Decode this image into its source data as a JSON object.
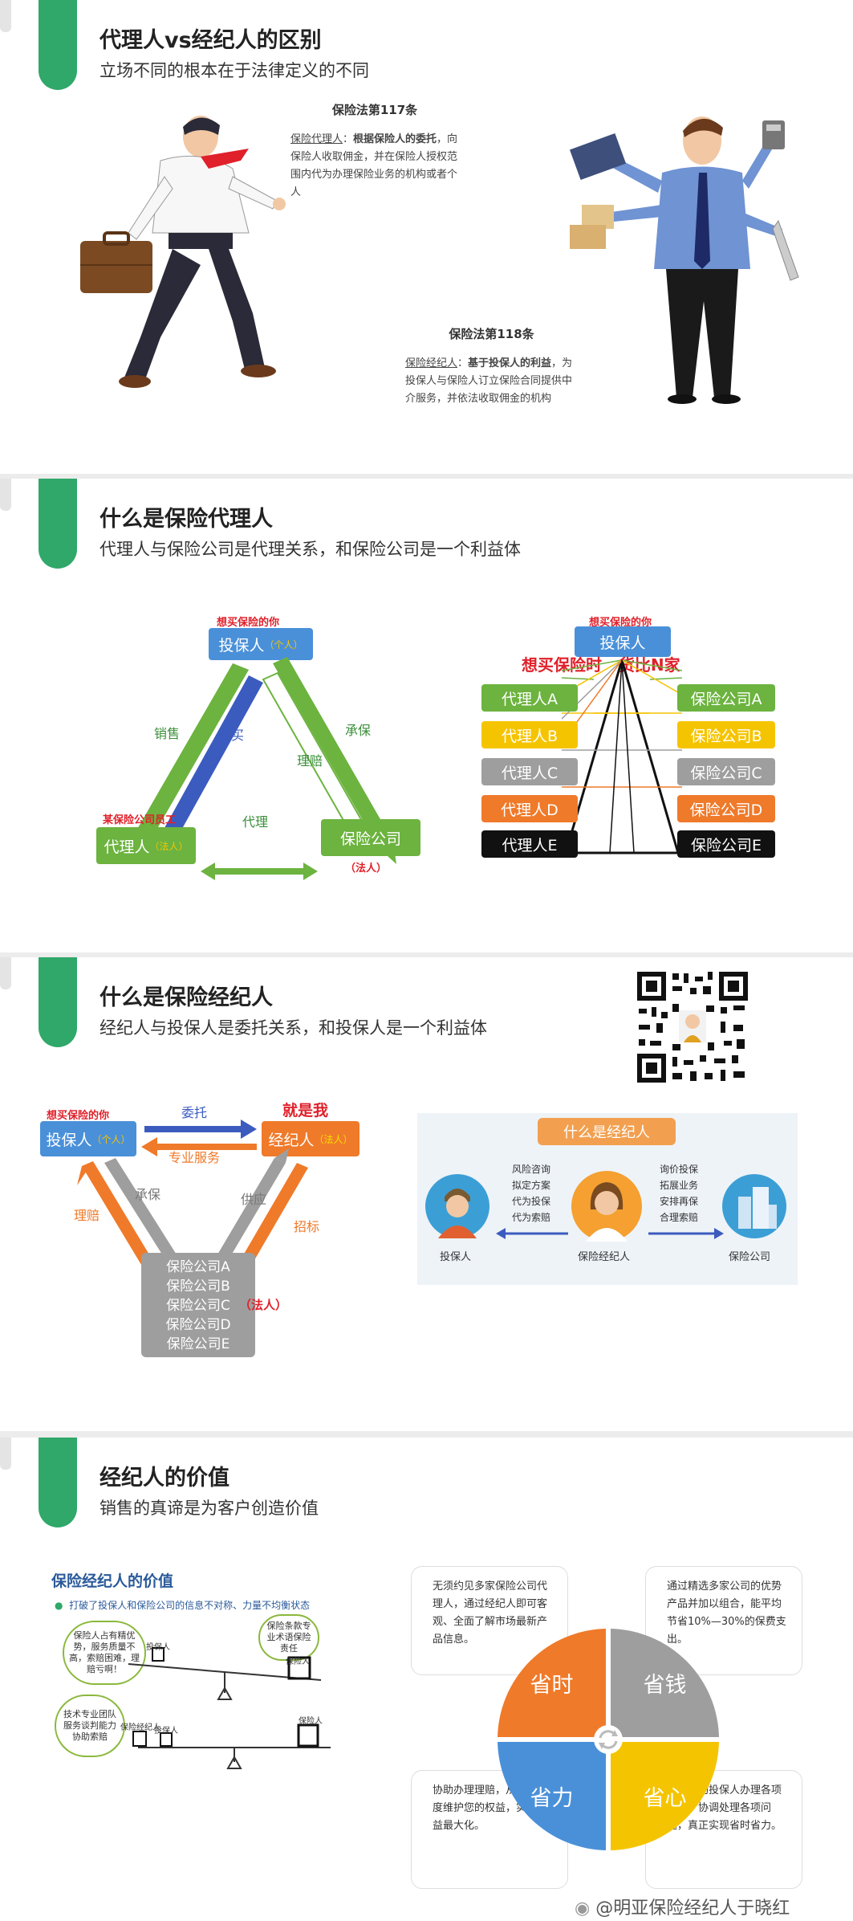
{
  "slide1": {
    "title": "代理人vs经纪人的区别",
    "subtitle": "立场不同的根本在于法律定义的不同",
    "law117": {
      "heading": "保险法第117条",
      "term": "保险代理人",
      "bold": "根据保险人的委托",
      "text": "，向保险人收取佣金，并在保险人授权范围内代为办理保险业务的机构或者个人"
    },
    "law118": {
      "heading": "保险法第118条",
      "term": "保险经纪人",
      "bold": "基于投保人的利益",
      "text": "，为投保人与保险人订立保险合同提供中介服务，并依法收取佣金的机构"
    }
  },
  "slide2": {
    "title": "什么是保险代理人",
    "subtitle": "代理人与保险公司是代理关系，和保险公司是一个利益体",
    "left": {
      "top_red": "想买保险的你",
      "policyholder": "投保人",
      "policyholder_tag": "（个人）",
      "agent_red": "某保险公司员工",
      "agent": "代理人",
      "agent_tag": "（法人）",
      "company": "保险公司",
      "company_tag": "（法人）",
      "sell": "销售",
      "buy": "购买",
      "underwrite": "承保",
      "claims": "理赔",
      "agency": "代理"
    },
    "right": {
      "top_red": "想买保险的你",
      "policyholder": "投保人",
      "banner": "想买保险时   货比N家",
      "agents": [
        "代理人A",
        "代理人B",
        "代理人C",
        "代理人D",
        "代理人E"
      ],
      "companies": [
        "保险公司A",
        "保险公司B",
        "保险公司C",
        "保险公司D",
        "保险公司E"
      ]
    }
  },
  "slide3": {
    "title": "什么是保险经纪人",
    "subtitle": "经纪人与投保人是委托关系，和投保人是一个利益体",
    "left": {
      "top_red": "想买保险的你",
      "policyholder": "投保人",
      "policyholder_tag": "（个人）",
      "broker_red": "就是我",
      "broker": "经纪人",
      "broker_tag": "（法人）",
      "entrust": "委托",
      "service": "专业服务",
      "underwrite": "承保",
      "claims": "理赔",
      "supply": "供应",
      "bid": "招标",
      "companies": [
        "保险公司A",
        "保险公司B",
        "保险公司C",
        "保险公司D",
        "保险公司E"
      ],
      "companies_tag": "（法人）"
    },
    "right": {
      "banner": "什么是经纪人",
      "services_left": [
        "风险咨询",
        "拟定方案",
        "代为投保",
        "代为索赔"
      ],
      "services_right": [
        "询价投保",
        "拓展业务",
        "安排再保",
        "合理索赔"
      ],
      "policyholder": "投保人",
      "broker": "保险经纪人",
      "company": "保险公司"
    }
  },
  "slide4": {
    "title": "经纪人的价值",
    "subtitle": "销售的真谛是为客户创造价值",
    "left": {
      "heading": "保险经纪人的价值",
      "bullet": "打破了投保人和保险公司的信息不对称、力量不均衡状态",
      "cloud1": "保险人占有精优势，服务质量不高，索赔困难，理赔亏啊！",
      "cloud2": "保险条款专业术语保险责任",
      "cloud3": "技术专业团队服务谈判能力协助索赔",
      "label_policyholder_1": "投保人",
      "label_insurer_1": "保险人",
      "label_broker": "保险经纪人",
      "label_policyholder_2": "投保人",
      "label_insurer_2": "保险人"
    },
    "right": {
      "q1": "无须约见多家保险公司代理人，通过经纪人即可客观、全面了解市场最新产品信息。",
      "q2": "通过精选多家公司的优势产品并加以组合，能平均节省10%—30%的保费支出。",
      "q3": "协助办理理赔，从专业角度维护您的权益，实现利益最大化。",
      "q4": "全力协助投保人办理各项手续，协调处理各项问题，真正实现省时省力。",
      "t1": "省时",
      "t2": "省钱",
      "t3": "省力",
      "t4": "省心"
    },
    "watermark": "@明亚保险经纪人于晓红"
  },
  "colors": {
    "green": "#2fa86a",
    "box_green": "#6cb33f",
    "box_yellow": "#f5c400",
    "box_gray": "#9e9e9e",
    "box_orange": "#ef7a2a",
    "box_black": "#111111",
    "box_blue": "#4a90d9",
    "red": "#e0202a"
  }
}
